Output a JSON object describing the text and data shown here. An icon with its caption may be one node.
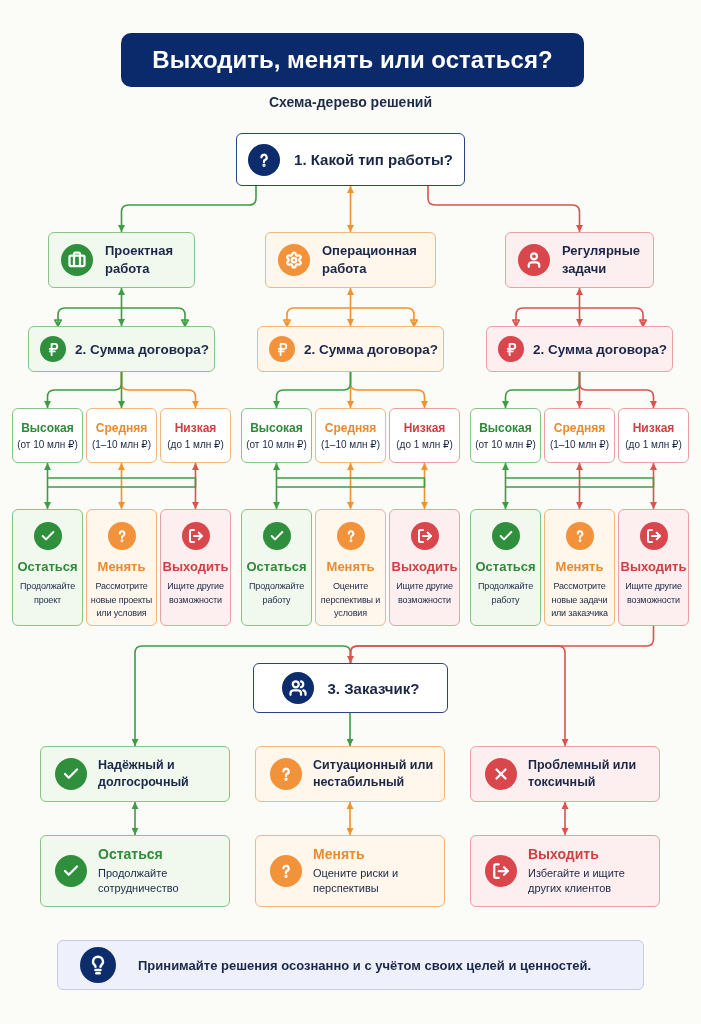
{
  "diagram": {
    "title": "Выходить, менять или остаться?",
    "nodes": [
      {
        "text": [
          "1. Какой тип работы?"
        ]
      },
      {
        "text": [
          "Проектная работа"
        ]
      },
      {
        "text": [
          "Операционная работа"
        ]
      },
      {
        "text": [
          "Регулярные задачи"
        ]
      },
      {
        "text": [
          "2. Сумма договора?"
        ]
      },
      {
        "text": [
          "2. Сумма договора?"
        ]
      },
      {
        "text": [
          "2. Сумма договора?"
        ]
      },
      {
        "text": [
          "Высокая",
          "(от 10 млн ₽)"
        ]
      },
      {
        "text": [
          "Средняя",
          "(1–10 млн ₽)"
        ]
      },
      {
        "text": [
          "Низкая",
          "(до 1 млн ₽)"
        ]
      },
      {
        "text": [
          "Высокая",
          "(от 10 млн ₽)"
        ]
      },
      {
        "text": [
          "Средняя",
          "(1–10 млн ₽)"
        ]
      },
      {
        "text": [
          "Низкая",
          "(до 1 млн ₽)"
        ]
      },
      {
        "text": [
          "Высокая",
          "(от 10 млн ₽)"
        ]
      },
      {
        "text": [
          "Средняя",
          "(1–10 млн ₽)"
        ]
      },
      {
        "text": [
          "Низкая",
          "(до 1 млн ₽)"
        ]
      },
      {
        "text": [
          "Остаться",
          "Продолжайте проект"
        ]
      },
      {
        "text": [
          "Менять",
          "Рассмотрите новые проекты или условия"
        ]
      },
      {
        "text": [
          "Выходить",
          "Ищите другие возможности"
        ]
      },
      {
        "text": [
          "Остаться",
          "Продолжайте работу"
        ]
      },
      {
        "text": [
          "Менять",
          "Оцените перспективы и условия"
        ]
      },
      {
        "text": [
          "Выходить",
          "Ищите другие возможности"
        ]
      },
      {
        "text": [
          "Остаться",
          "Продолжайте работу"
        ]
      },
      {
        "text": [
          "Менять",
          "Рассмотрите новые задачи или заказчика"
        ]
      },
      {
        "text": [
          "Выходить",
          "Ищите другие возможности"
        ]
      },
      {
        "text": [
          "3. Заказчик?"
        ]
      },
      {
        "text": [
          "Надёжный и долгосрочный"
        ]
      },
      {
        "text": [
          "Ситуационный или нестабильный"
        ]
      },
      {
        "text": [
          "Проблемный или токсичный"
        ]
      },
      {
        "text": [
          "Остаться",
          "Продолжайте сотрудничество"
        ]
      },
      {
        "text": [
          "Менять",
          "Оцените риски и перспективы"
        ]
      },
      {
        "text": [
          "Выходить",
          "Избегайте и ищите других клиентов"
        ]
      },
      {
        "text": [
          "Принимайте решения осознанно и с учётом своих целей и ценностей."
        ]
      }
    ],
    "edges": [
      {
        "from": 0,
        "to": 1,
        "arrow": "to"
      },
      {
        "from": 0,
        "to": 2,
        "arrow": "both",
        "color": "#f0922e"
      },
      {
        "from": 0,
        "to": 3,
        "arrow": "to",
        "color": "#d9534f"
      },
      {
        "from": 1,
        "to": 4,
        "arrow": "both"
      },
      {
        "from": 2,
        "to": 5,
        "arrow": "both",
        "color": "#f0922e"
      },
      {
        "from": 3,
        "to": 6,
        "arrow": "both",
        "color": "#d9534f"
      },
      {
        "from": 4,
        "to": 7,
        "arrow": "to"
      },
      {
        "from": 4,
        "to": 8,
        "arrow": "to"
      },
      {
        "from": 4,
        "to": 9,
        "arrow": "to",
        "color": "#f0922e"
      },
      {
        "from": 5,
        "to": 10,
        "arrow": "to"
      },
      {
        "from": 5,
        "to": 11,
        "arrow": "to",
        "color": "#f0922e"
      },
      {
        "from": 5,
        "to": 12,
        "arrow": "to",
        "color": "#f0922e"
      },
      {
        "from": 6,
        "to": 13,
        "arrow": "to"
      },
      {
        "from": 6,
        "to": 14,
        "arrow": "to",
        "color": "#d9534f"
      },
      {
        "from": 6,
        "to": 15,
        "arrow": "to",
        "color": "#d9534f"
      },
      {
        "from": 7,
        "to": 16,
        "arrow": "both"
      },
      {
        "from": 8,
        "to": 17,
        "arrow": "both",
        "color": "#f0922e"
      },
      {
        "from": 9,
        "to": 18,
        "arrow": "both",
        "color": "#d9534f"
      },
      {
        "from": 10,
        "to": 19,
        "arrow": "both"
      },
      {
        "from": 11,
        "to": 20,
        "arrow": "both",
        "color": "#f0922e"
      },
      {
        "from": 12,
        "to": 21,
        "arrow": "both",
        "color": "#f0922e"
      },
      {
        "from": 13,
        "to": 22,
        "arrow": "both"
      },
      {
        "from": 14,
        "to": 23,
        "arrow": "both",
        "color": "#d9534f"
      },
      {
        "from": 15,
        "to": 24,
        "arrow": "both",
        "color": "#d9534f"
      },
      {
        "from": 24,
        "to": 25,
        "arrow": "to",
        "color": "#d9534f"
      },
      {
        "from": 25,
        "to": 26,
        "arrow": "to"
      },
      {
        "from": 25,
        "to": 27,
        "arrow": "to"
      },
      {
        "from": 25,
        "to": 28,
        "arrow": "to",
        "color": "#d9534f"
      },
      {
        "from": 26,
        "to": 29,
        "arrow": "both"
      },
      {
        "from": 27,
        "to": 30,
        "arrow": "both",
        "color": "#f0922e"
      },
      {
        "from": 28,
        "to": 31,
        "arrow": "both",
        "color": "#d9534f"
      }
    ],
    "labels": [
      "Схема-дерево решений"
    ]
  }
}
